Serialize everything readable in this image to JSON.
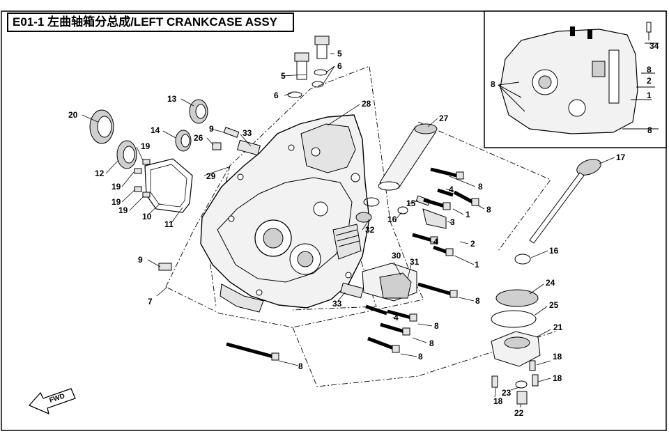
{
  "title": "E01-1 左曲轴箱分总成/LEFT CRANKCASE ASSY",
  "fwd_label": "FWD",
  "colors": {
    "ink": "#000000",
    "paper": "#ffffff",
    "part_fill": "#f2f2f2",
    "part_shade": "#cfcfcf"
  },
  "callouts": [
    {
      "id": "c1",
      "text": "5"
    },
    {
      "id": "c2",
      "text": "5"
    },
    {
      "id": "c3",
      "text": "6"
    },
    {
      "id": "c4",
      "text": "6"
    },
    {
      "id": "c5",
      "text": "13"
    },
    {
      "id": "c6",
      "text": "20"
    },
    {
      "id": "c7",
      "text": "9"
    },
    {
      "id": "c8",
      "text": "33"
    },
    {
      "id": "c9",
      "text": "28"
    },
    {
      "id": "c10",
      "text": "27"
    },
    {
      "id": "c11",
      "text": "14"
    },
    {
      "id": "c12",
      "text": "26"
    },
    {
      "id": "c13",
      "text": "19"
    },
    {
      "id": "c14",
      "text": "12"
    },
    {
      "id": "c15",
      "text": "29"
    },
    {
      "id": "c16",
      "text": "19"
    },
    {
      "id": "c17",
      "text": "19"
    },
    {
      "id": "c18",
      "text": "19"
    },
    {
      "id": "c19",
      "text": "10"
    },
    {
      "id": "c20",
      "text": "11"
    },
    {
      "id": "c21",
      "text": "8"
    },
    {
      "id": "c22",
      "text": "4"
    },
    {
      "id": "c23",
      "text": "8"
    },
    {
      "id": "c24",
      "text": "15"
    },
    {
      "id": "c25",
      "text": "1"
    },
    {
      "id": "c26",
      "text": "16"
    },
    {
      "id": "c27",
      "text": "3"
    },
    {
      "id": "c28",
      "text": "32"
    },
    {
      "id": "c29",
      "text": "4"
    },
    {
      "id": "c30",
      "text": "2"
    },
    {
      "id": "c31",
      "text": "1"
    },
    {
      "id": "c32",
      "text": "30"
    },
    {
      "id": "c33",
      "text": "31"
    },
    {
      "id": "c34",
      "text": "9"
    },
    {
      "id": "c35",
      "text": "7"
    },
    {
      "id": "c36",
      "text": "8"
    },
    {
      "id": "c37",
      "text": "33"
    },
    {
      "id": "c38",
      "text": "4"
    },
    {
      "id": "c39",
      "text": "8"
    },
    {
      "id": "c40",
      "text": "8"
    },
    {
      "id": "c41",
      "text": "8"
    },
    {
      "id": "c42",
      "text": "8"
    },
    {
      "id": "c43",
      "text": "17"
    },
    {
      "id": "c44",
      "text": "16"
    },
    {
      "id": "c45",
      "text": "24"
    },
    {
      "id": "c46",
      "text": "25"
    },
    {
      "id": "c47",
      "text": "21"
    },
    {
      "id": "c48",
      "text": "18"
    },
    {
      "id": "c49",
      "text": "18"
    },
    {
      "id": "c50",
      "text": "18"
    },
    {
      "id": "c51",
      "text": "23"
    },
    {
      "id": "c52",
      "text": "22"
    },
    {
      "id": "c53",
      "text": "34"
    },
    {
      "id": "c54",
      "text": "8"
    },
    {
      "id": "c55",
      "text": "2"
    },
    {
      "id": "c56",
      "text": "1"
    },
    {
      "id": "c57",
      "text": "8"
    },
    {
      "id": "c58",
      "text": "8"
    }
  ]
}
